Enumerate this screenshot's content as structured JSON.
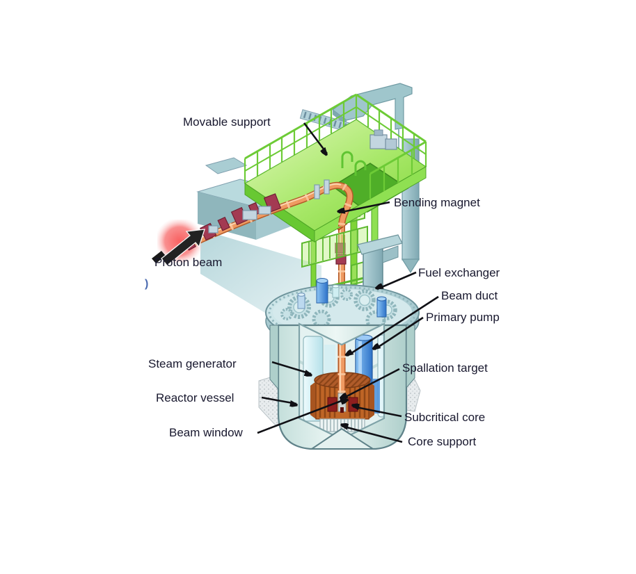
{
  "figure": {
    "labels": {
      "movable_support": "Movable support",
      "bending_magnet": "Bending magnet",
      "proton_beam": "Proton beam",
      "fuel_exchanger": "Fuel exchanger",
      "beam_duct": "Beam duct",
      "primary_pump": "Primary pump",
      "steam_generator": "Steam generator",
      "spallation_target": "Spallation target",
      "reactor_vessel": "Reactor vessel",
      "subcritical_core": "Subcritical core",
      "beam_window": "Beam window",
      "core_support": "Core support"
    },
    "stray_mark": ")",
    "colors": {
      "label_text": "#18182e",
      "stray_mark_blue": "#4a6ab0",
      "annotation_line": "#101015",
      "platform_green": "#7fd438",
      "beam_pipe_orange": "#ef9a62",
      "magnet_red": "#a33a52",
      "bending_magnet_orange": "#e2703a",
      "proton_glow_red": "#fa6a6a",
      "structure_teal": "#a9cdd3",
      "vessel_steel": "#c4dfdb",
      "pump_blue": "#4a9ae0",
      "steam_generator_cyan": "#cdeef4",
      "core_orange": "#bf6526",
      "target_dark_red": "#8e1f1f"
    }
  }
}
